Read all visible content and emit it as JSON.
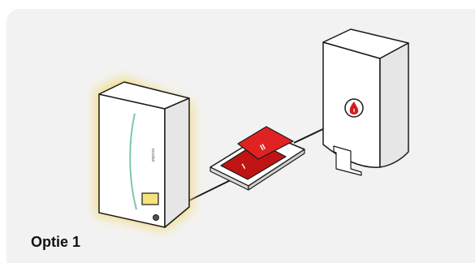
{
  "caption": "Optie 1",
  "indoor_unit": {
    "brand": "ecodan",
    "glow_color": "#f3d86a",
    "accent_color": "#7cc7b3",
    "display_color": "#f4e37a"
  },
  "switch": {
    "top_mark": "II",
    "bottom_mark": "I",
    "color": "#d71a1a"
  },
  "boiler": {
    "icon": "flame-icon",
    "flame_color": "#d71a1a"
  },
  "colors": {
    "background": "#f2f2f2",
    "outline": "#1a1a1a",
    "unit_white": "#ffffff",
    "unit_shade": "#e6e6e6"
  }
}
